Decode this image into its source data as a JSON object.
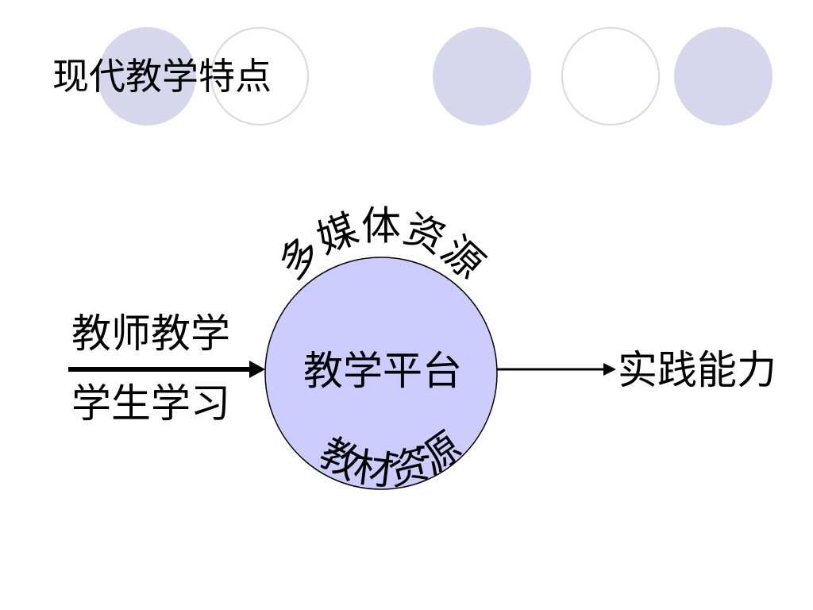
{
  "slide": {
    "title": "现代教学特点"
  },
  "diagram": {
    "inputs": {
      "teacher": "教师教学",
      "student": "学生学习"
    },
    "circle": {
      "top_label": "多媒体资源",
      "center_label": "教学平台",
      "bottom_label": "教材资源"
    },
    "output": "实践能力"
  },
  "colors": {
    "accent": "#d6d6ec",
    "circle_fill": "#ccccff",
    "line": "#000000"
  }
}
